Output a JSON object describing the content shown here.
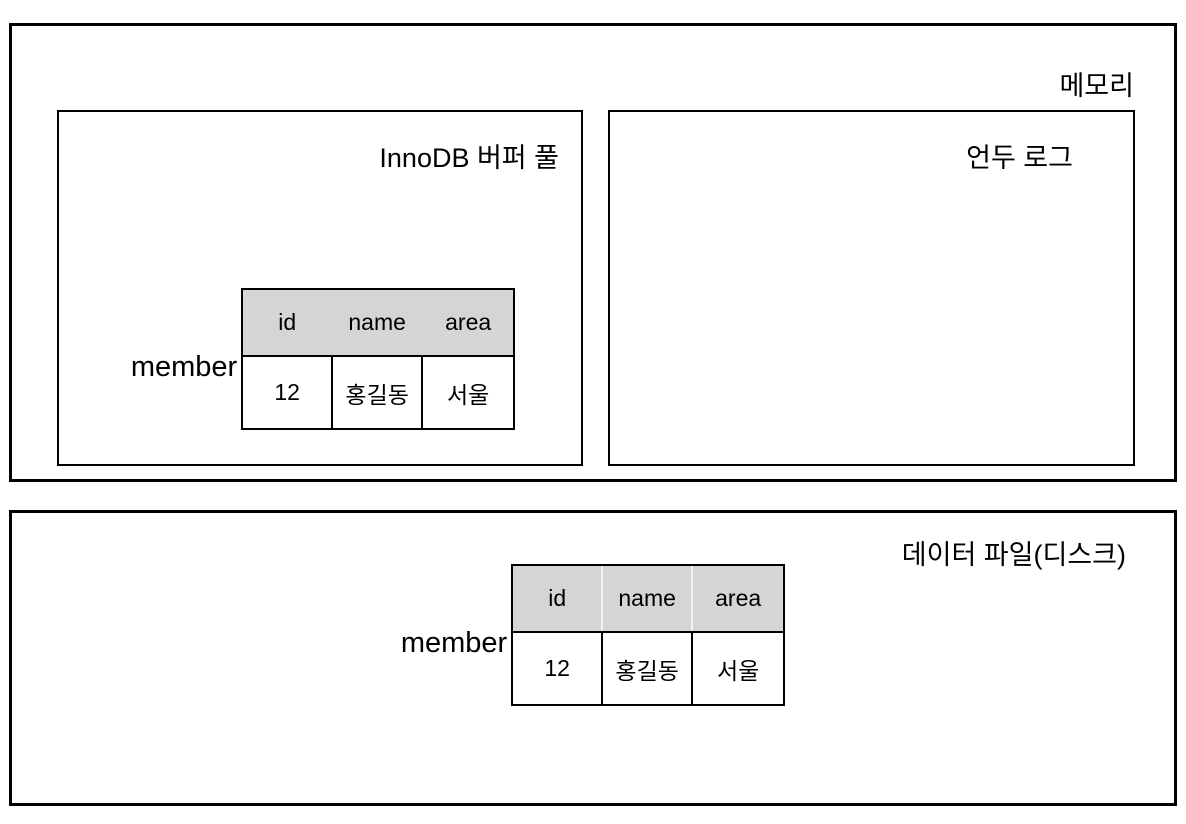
{
  "diagram": {
    "memory_region": {
      "title": "메모리",
      "buffer_pool": {
        "title": "InnoDB 버퍼 풀",
        "table": {
          "label": "member",
          "columns": [
            "id",
            "name",
            "area"
          ],
          "rows": [
            [
              "12",
              "홍길동",
              "서울"
            ]
          ]
        }
      },
      "undo_log": {
        "title": "언두 로그"
      }
    },
    "datafile_region": {
      "title": "데이터 파일(디스크)",
      "table": {
        "label": "member",
        "columns": [
          "id",
          "name",
          "area"
        ],
        "rows": [
          [
            "12",
            "홍길동",
            "서울"
          ]
        ]
      }
    }
  },
  "colors": {
    "border": "#000000",
    "header_fill": "#d5d5d5",
    "background": "#ffffff",
    "text": "#000000"
  }
}
